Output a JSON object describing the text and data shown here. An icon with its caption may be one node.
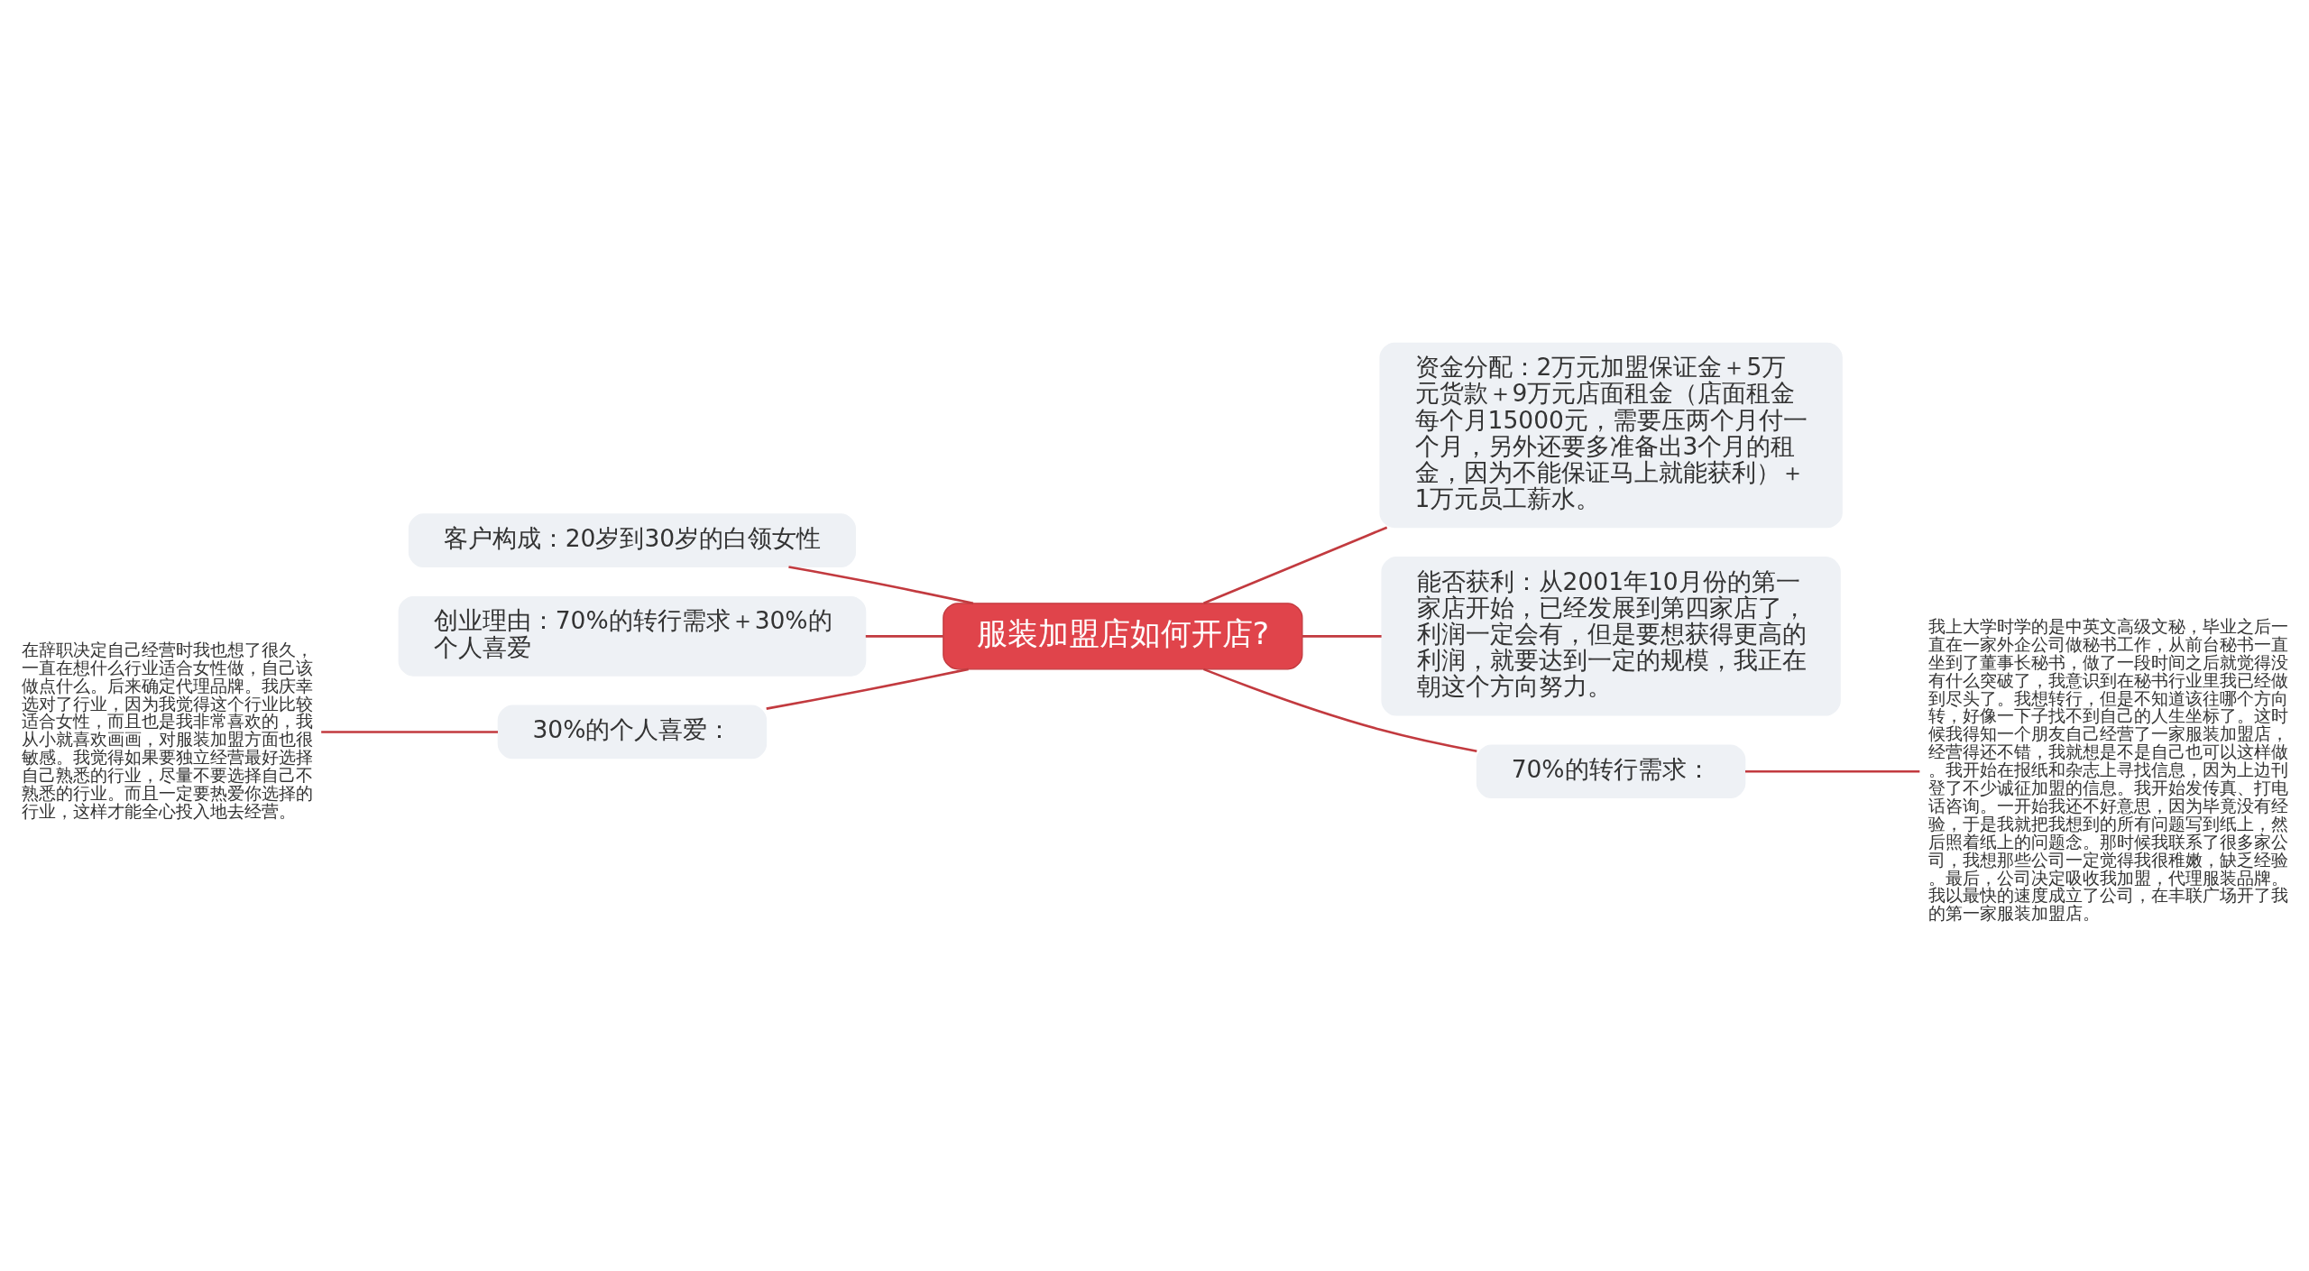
{
  "diagram": {
    "nodes": [
      {
        "text": [
          "服装加盟店如何开店?"
        ]
      },
      {
        "text": [
          "资金分配：2万元加盟保证金＋5万元货款＋9万元店面租金（店面租金每个月15000元，需要压两个月付一个月，另外还要多准备出3个月的租金，因为不能保证马上就能获利）＋1万元员工薪水。"
        ]
      },
      {
        "text": [
          "能否获利：从2001年10月份的第一家店开始，已经发展到第四家店了，利润一定会有，但是要想获得更高的利润，就要达到一定的规模，我正在朝这个方向努力。"
        ]
      },
      {
        "text": [
          "70%的转行需求："
        ]
      },
      {
        "text": [
          "我上大学时学的是中英文高级文秘，毕业之后一直在一家外企公司做秘书工作，从前台秘书一直坐到了董事长秘书，做了一段时间之后就觉得没有什么突破了，我意识到在秘书行业里我已经做到尽头了。我想转行，但是不知道该往哪个方向转，好像一下子找不到自己的人生坐标了。这时候我得知一个朋友自己经营了一家服装加盟店，经营得还不错，我就想是不是自己也可以这样做。我开始在报纸和杂志上寻找信息，因为上边刊登了不少诚征加盟的信息。我开始发传真、打电话咨询。一开始我还不好意思，因为毕竟没有经验，于是我就把我想到的所有问题写到纸上，然后照着纸上的问题念。那时候我联系了很多家公司，我想那些公司一定觉得我很稚嫩，缺乏经验。最后，公司决定吸收我加盟，代理服装品牌。我以最快的速度成立了公司，在丰联广场开了我的第一家服装加盟店。"
        ]
      },
      {
        "text": [
          "客户构成：20岁到30岁的白领女性"
        ]
      },
      {
        "text": [
          "创业理由：70%的转行需求＋30%的个人喜爱"
        ]
      },
      {
        "text": [
          "30%的个人喜爱："
        ]
      },
      {
        "text": [
          "在辞职决定自己经营时我也想了很久，一直在想什么行业适合女性做，自己该做点什么。后来确定代理品牌。我庆幸选对了行业，因为我觉得这个行业比较适合女性，而且也是我非常喜欢的，我从小就喜欢画画，对服装加盟方面也很敏感。我觉得如果要独立经营最好选择自己熟悉的行业，尽量不要选择自己不熟悉的行业。而且一定要热爱你选择的行业，这样才能全心投入地去经营。"
        ]
      }
    ],
    "edges": [
      {
        "from": 0,
        "to": 1,
        "arrow": "none"
      },
      {
        "from": 0,
        "to": 2,
        "arrow": "none"
      },
      {
        "from": 0,
        "to": 3,
        "arrow": "none"
      },
      {
        "from": 3,
        "to": 4,
        "arrow": "none"
      },
      {
        "from": 0,
        "to": 5,
        "arrow": "none"
      },
      {
        "from": 0,
        "to": 6,
        "arrow": "none"
      },
      {
        "from": 0,
        "to": 7,
        "arrow": "none"
      },
      {
        "from": 7,
        "to": 8,
        "arrow": "none"
      }
    ]
  }
}
